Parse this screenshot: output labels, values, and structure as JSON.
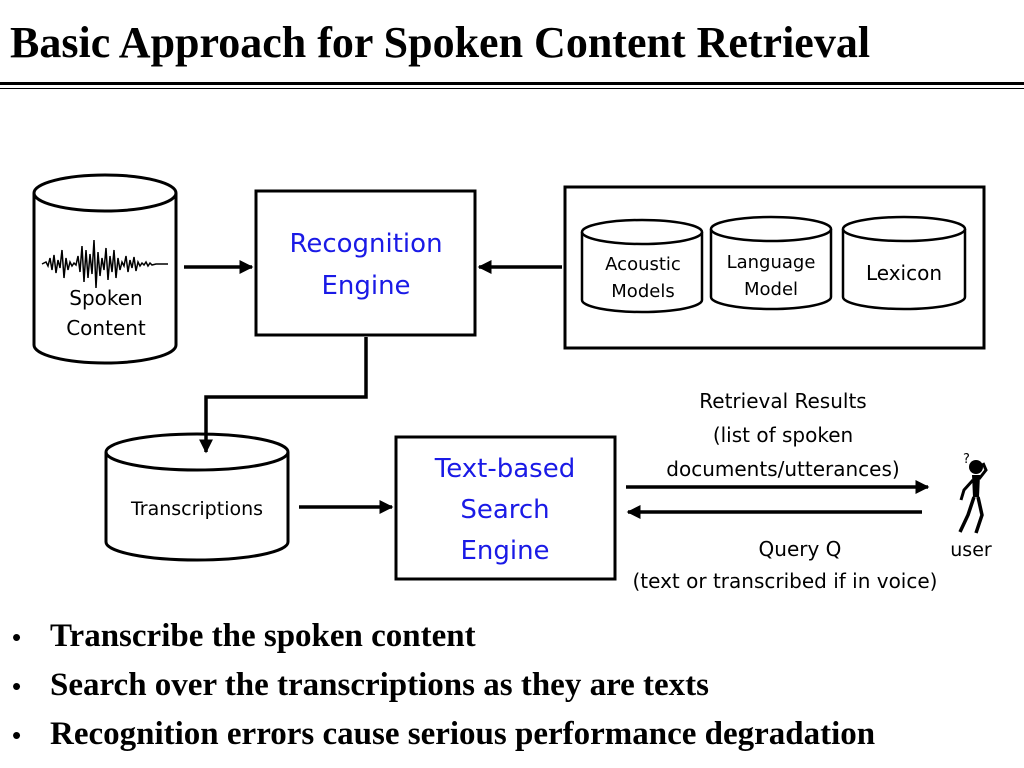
{
  "title": "Basic Approach for Spoken Content Retrieval",
  "diagram": {
    "spoken_content": {
      "line1": "Spoken",
      "line2": "Content"
    },
    "recognition_engine": {
      "line1": "Recognition",
      "line2": "Engine"
    },
    "acoustic_models": {
      "line1": "Acoustic",
      "line2": "Models"
    },
    "language_model": {
      "line1": "Language",
      "line2": "Model"
    },
    "lexicon": {
      "label": "Lexicon"
    },
    "transcriptions": {
      "label": "Transcriptions"
    },
    "search_engine": {
      "line1": "Text-based",
      "line2": "Search",
      "line3": "Engine"
    },
    "retrieval_results": {
      "line1": "Retrieval Results",
      "line2": "(list of spoken",
      "line3": "documents/utterances)"
    },
    "query": {
      "line1": "Query Q",
      "line2": "(text or transcribed if in voice)"
    },
    "user": {
      "question_mark": "?",
      "label": "user"
    }
  },
  "bullets": [
    "Transcribe the spoken content",
    "Search over the transcriptions as they are texts",
    "Recognition errors cause serious performance degradation"
  ],
  "colors": {
    "engine_text": "#1a1ae6",
    "stroke": "#000000",
    "background": "#ffffff"
  }
}
